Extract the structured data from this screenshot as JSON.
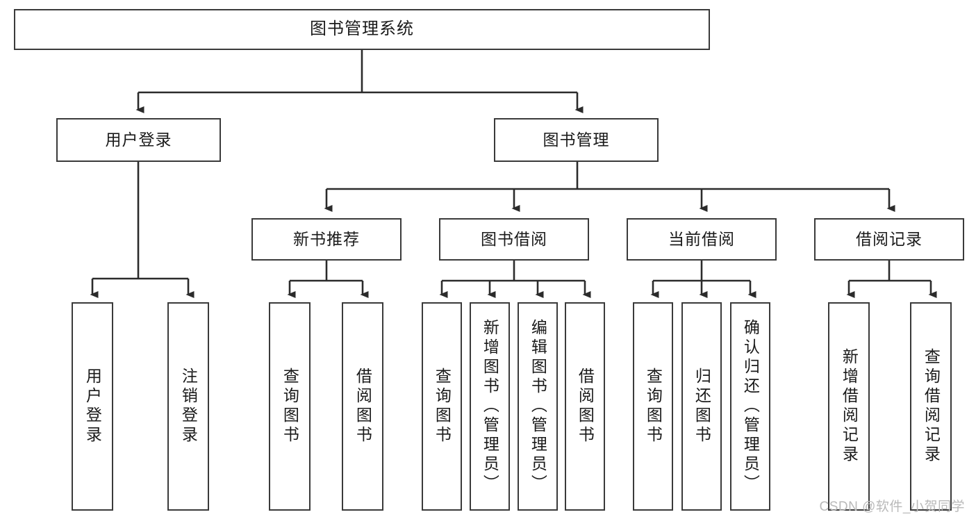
{
  "diagram": {
    "title": "图书管理系统",
    "type": "hierarchy-tree",
    "watermark": "CSDN @软件_小贺同学",
    "colors": {
      "box_border": "#3a3a3a",
      "box_fill": "#ffffff",
      "edge": "#2b2b2b",
      "text": "#1a1a1a",
      "watermark": "#b9b9b9"
    },
    "nodes": {
      "root": {
        "label": "图书管理系统"
      },
      "level2": [
        {
          "id": "user-login",
          "label": "用户登录"
        },
        {
          "id": "book-manage",
          "label": "图书管理"
        }
      ],
      "level3": [
        {
          "id": "new-book-recommend",
          "label": "新书推荐"
        },
        {
          "id": "book-borrow",
          "label": "图书借阅"
        },
        {
          "id": "current-borrow",
          "label": "当前借阅"
        },
        {
          "id": "borrow-record",
          "label": "借阅记录"
        }
      ],
      "leaves": {
        "user-login": [
          {
            "id": "leaf-user-login",
            "label": "用户登录"
          },
          {
            "id": "leaf-logout",
            "label": "注销登录"
          }
        ],
        "new-book-recommend": [
          {
            "id": "leaf-query-book-1",
            "label": "查询图书"
          },
          {
            "id": "leaf-borrow-book-1",
            "label": "借阅图书"
          }
        ],
        "book-borrow": [
          {
            "id": "leaf-query-book-2",
            "label": "查询图书"
          },
          {
            "id": "leaf-add-book",
            "label": "新增图书（管理员）"
          },
          {
            "id": "leaf-edit-book",
            "label": "编辑图书（管理员）"
          },
          {
            "id": "leaf-borrow-book-2",
            "label": "借阅图书"
          }
        ],
        "current-borrow": [
          {
            "id": "leaf-query-book-3",
            "label": "查询图书"
          },
          {
            "id": "leaf-return-book",
            "label": "归还图书"
          },
          {
            "id": "leaf-confirm-return",
            "label": "确认归还（管理员）"
          }
        ],
        "borrow-record": [
          {
            "id": "leaf-add-record",
            "label": "新增借阅记录"
          },
          {
            "id": "leaf-query-record",
            "label": "查询借阅记录"
          }
        ]
      }
    }
  }
}
